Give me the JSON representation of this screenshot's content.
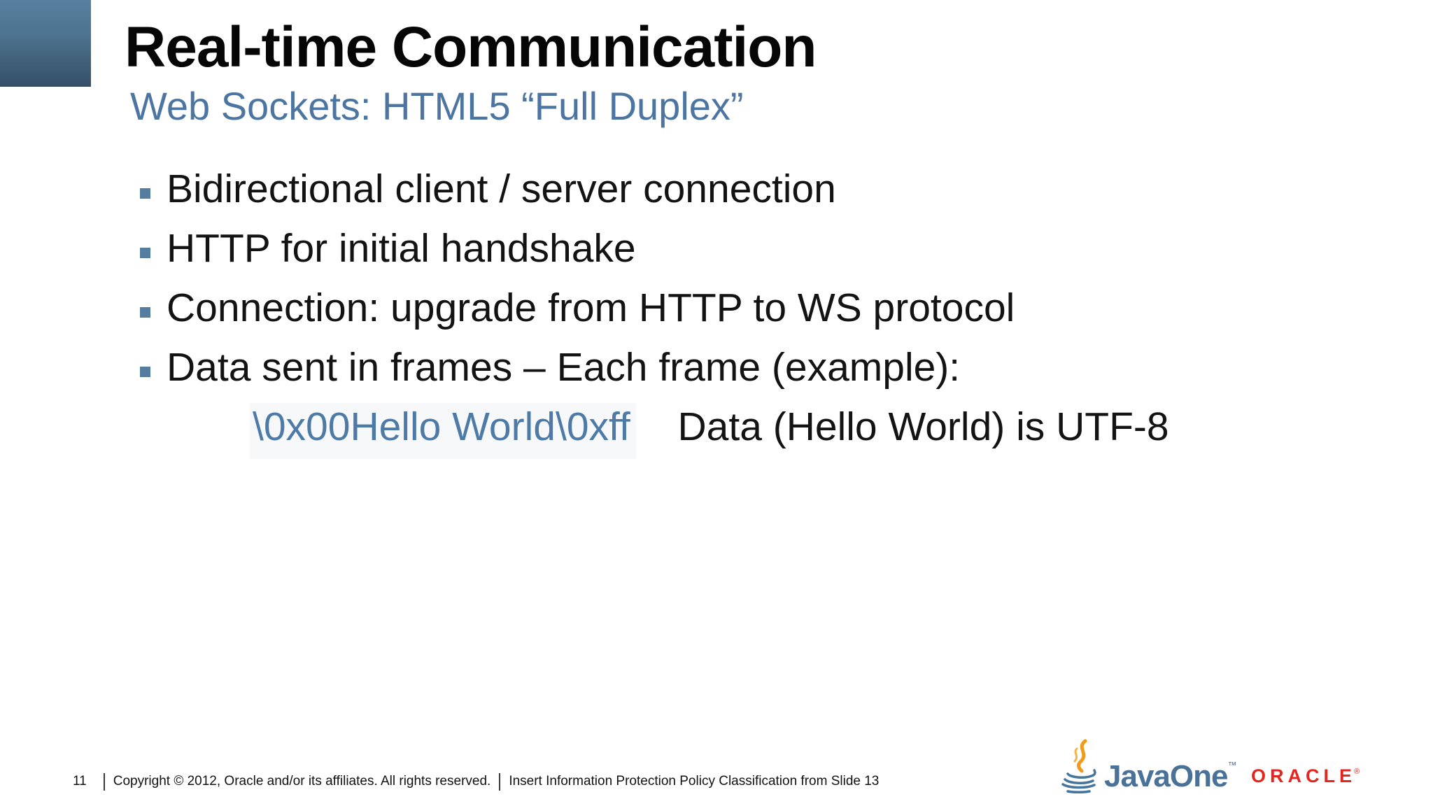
{
  "slide": {
    "title": "Real-time Communication",
    "subtitle": "Web Sockets: HTML5 “Full Duplex”",
    "bullets": [
      "Bidirectional client / server connection",
      "HTTP for initial handshake",
      "Connection: upgrade from HTTP to WS protocol",
      "Data sent in frames – Each frame (example):"
    ],
    "example": {
      "frame_bytes": "\\0x00Hello World\\0xff",
      "explanation": "Data (Hello World) is UTF-8"
    }
  },
  "footer": {
    "slide_number": "11",
    "copyright": "Copyright © 2012, Oracle and/or its affiliates. All rights reserved.",
    "classification": "Insert Information Protection Policy Classification from Slide 13"
  },
  "branding": {
    "javaone_label": "JavaOne",
    "javaone_trademark": "™",
    "oracle_label": "ORACLE",
    "oracle_registered": "®"
  },
  "colors": {
    "accent_blue": "#4c75a1",
    "bullet_marker_blue": "#557da0",
    "code_blue": "#4d7aa6",
    "corner_gradient_top": "#56809e",
    "corner_gradient_bottom": "#345068",
    "javaone_blue": "#4a7299",
    "steam_orange": "#f09b1c",
    "oracle_red": "#e62520",
    "text_black": "#131313"
  }
}
